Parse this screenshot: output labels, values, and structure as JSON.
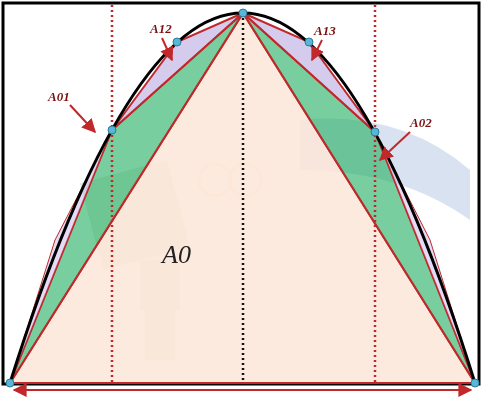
{
  "diagram": {
    "labels": [
      "A12",
      "A13",
      "A01",
      "A02",
      "A0"
    ]
  }
}
